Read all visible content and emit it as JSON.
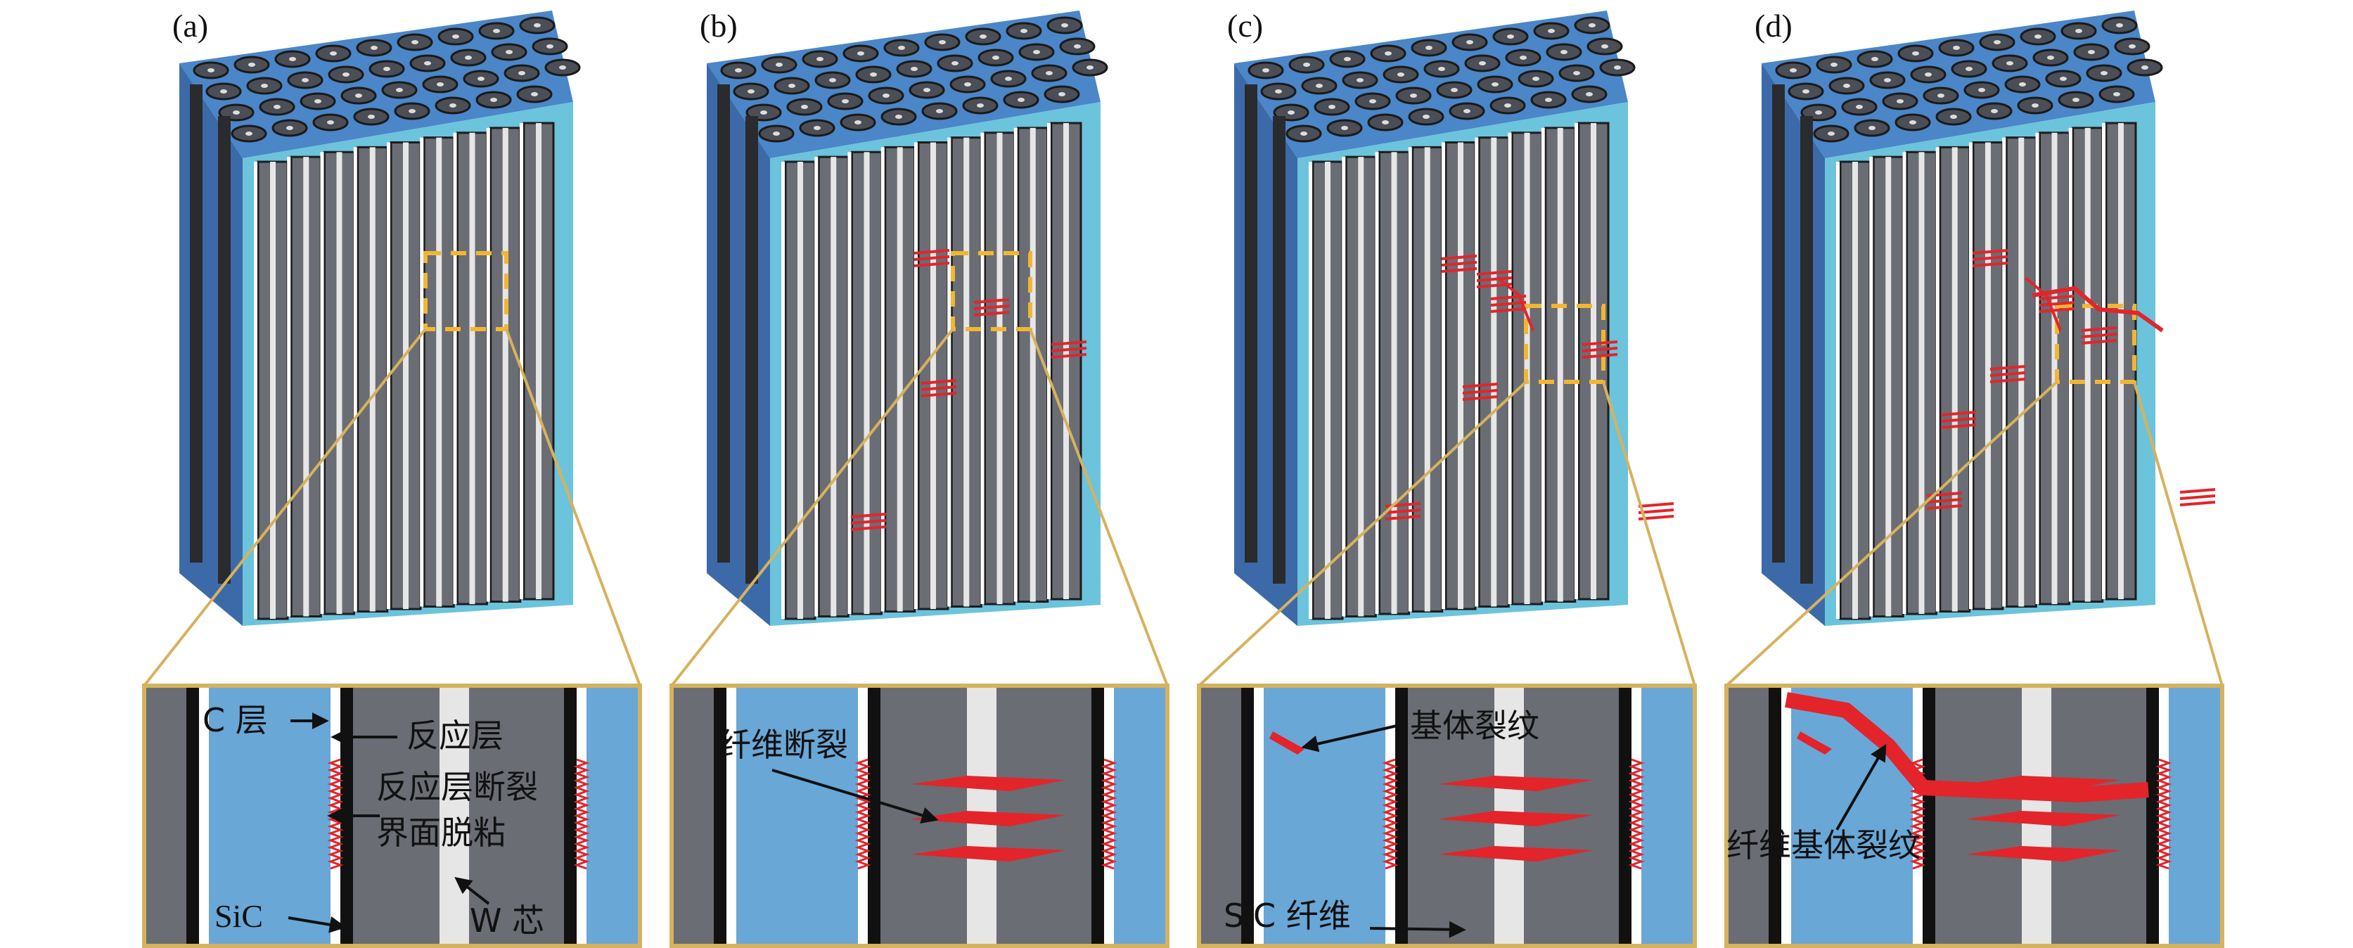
{
  "panels": [
    {
      "label": "(a)",
      "stage": "intact",
      "cracks": []
    },
    {
      "label": "(b)",
      "stage": "fiber-break",
      "cracks": [
        "fiber-break"
      ]
    },
    {
      "label": "(c)",
      "stage": "matrix-crack",
      "cracks": [
        "fiber-break",
        "matrix-crack"
      ]
    },
    {
      "label": "(d)",
      "stage": "fiber-matrix-crack",
      "cracks": [
        "fiber-break",
        "matrix-crack",
        "through-crack"
      ]
    }
  ],
  "annotations": {
    "c_layer": "C 层",
    "reaction_layer": "反应层",
    "reaction_layer_fracture": "反应层断裂",
    "interface_debond": "界面脱粘",
    "sic": "SiC",
    "w_core": "W 芯",
    "fiber_break": "纤维断裂",
    "matrix_crack": "基体裂纹",
    "sic_fiber": "SiC 纤维",
    "fiber_matrix_crack": "纤维基体裂纹"
  },
  "colors": {
    "matrix_top": "#4a86c8",
    "matrix_front": "#6cc3dc",
    "matrix_side": "#3c6aa8",
    "fiber": "#6a6d73",
    "fiber_edge": "#1c1c1e",
    "w_core": "#e6e6e6",
    "reaction_layer": "#ffffff",
    "crack": "#e3242b",
    "highlight_box": "#f2b632",
    "zoom_frame": "#d6b25e",
    "inset_matrix": "#69a7d7"
  },
  "icons": [
    "arrow-icon"
  ]
}
